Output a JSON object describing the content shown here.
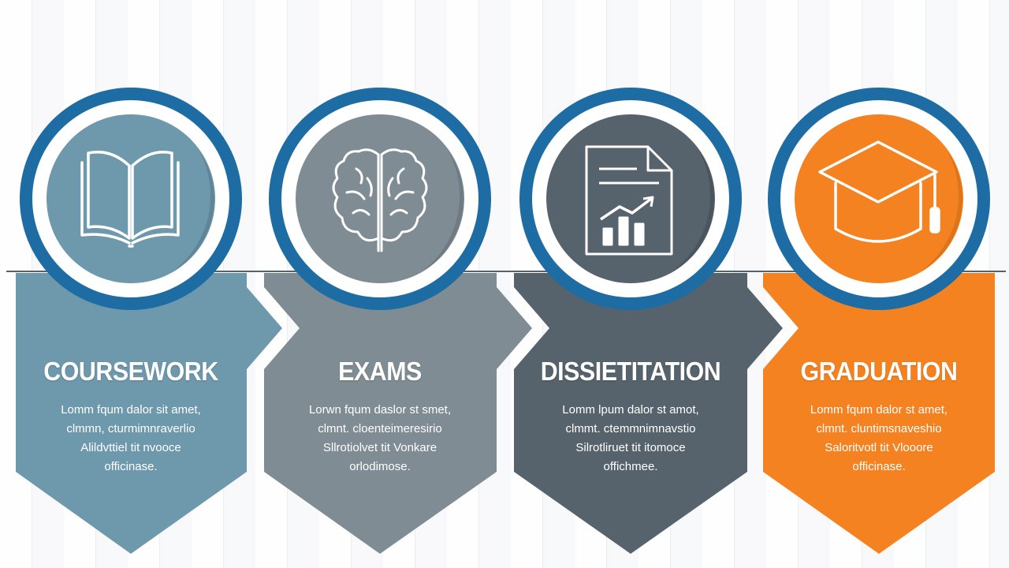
{
  "colors": {
    "ring": "#1d6ca3",
    "step1": "#6e98ab",
    "step2": "#7f8c94",
    "step3": "#56636c",
    "step4": "#f58220"
  },
  "steps": [
    {
      "title": "COURSEWORK",
      "icon": "open-book-icon",
      "body": [
        "Lomm fqum dalor sit amet,",
        "clmmn, cturmimnraverlio",
        "Alildvttiel tit nvooce",
        "officinase."
      ]
    },
    {
      "title": "EXAMS",
      "icon": "brain-icon",
      "body": [
        "Lorwn fqum daslor st smet,",
        "clmnt. cloenteimeresirio",
        "Sllrotiolvet tit Vonkare",
        "orlodimose."
      ]
    },
    {
      "title": "DISSIETITATION",
      "icon": "document-chart-icon",
      "body": [
        "Lomm lpum dalor st amot,",
        "clmmt. ctemmnimnavstio",
        "Silrotliruet tit itomoce",
        "offichmee."
      ]
    },
    {
      "title": "GRADUATION",
      "icon": "graduation-cap-icon",
      "body": [
        "Lomm fqum dalor st amet,",
        "clmnt. cluntimsnaveshio",
        "Saloritvotl tit Vlooore",
        "officinase."
      ]
    }
  ]
}
